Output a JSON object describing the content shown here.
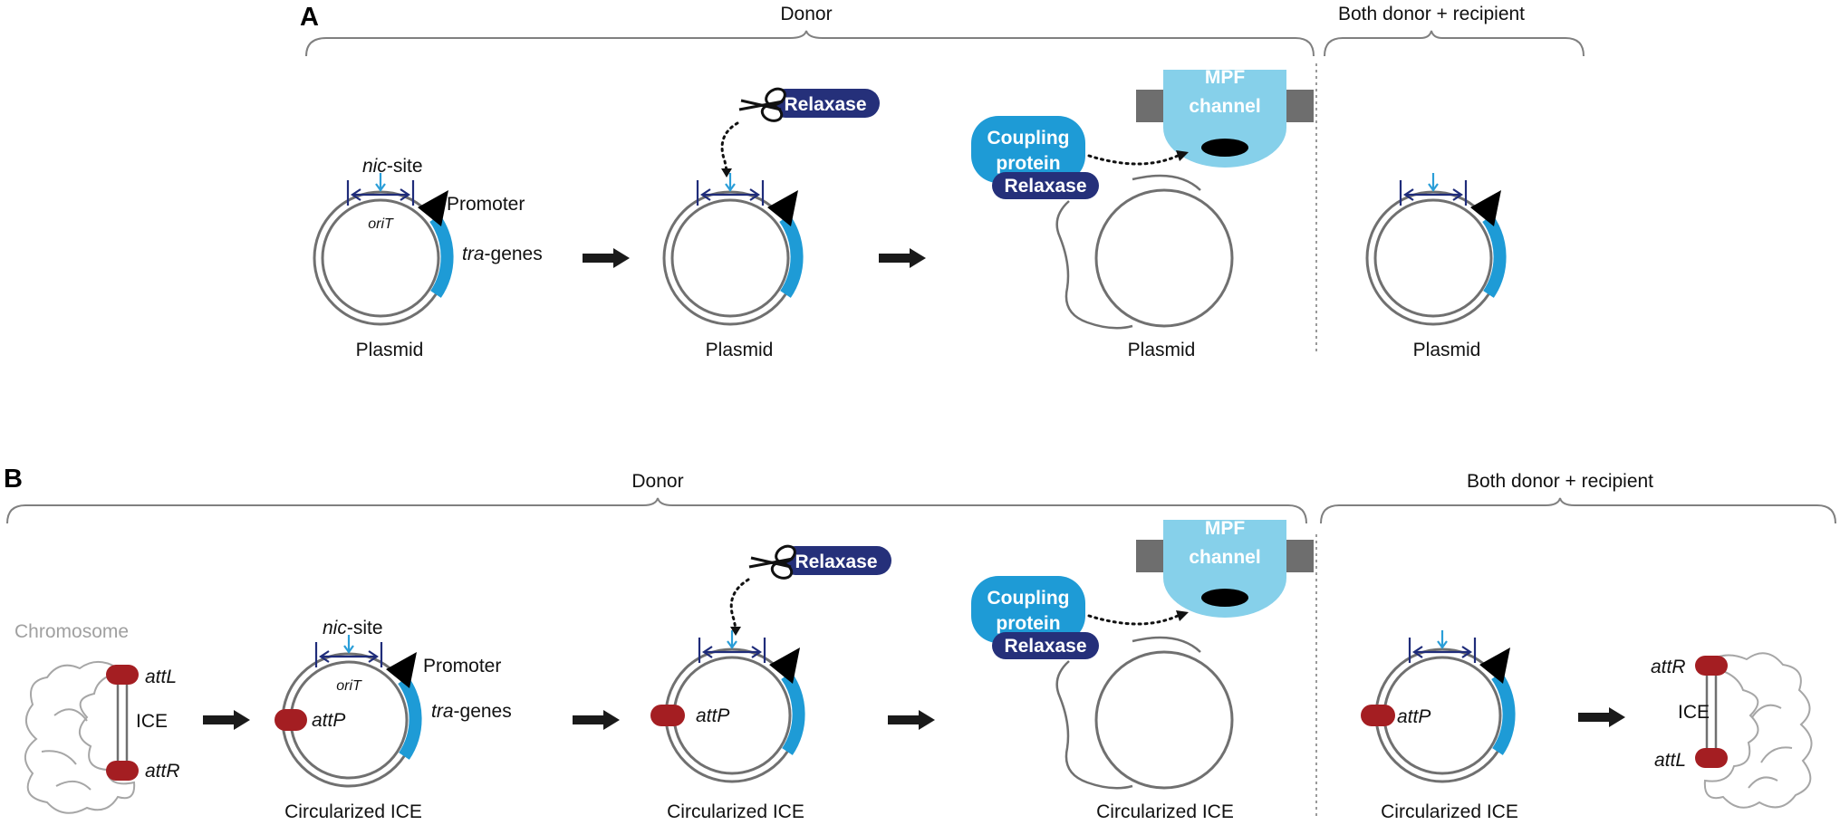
{
  "panels": {
    "a": {
      "letter": "A",
      "header_donor": "Donor",
      "header_both": "Both donor + recipient",
      "nic_site_prefix": "nic",
      "nic_site_suffix": "-site",
      "orit": "oriT",
      "promoter": "Promoter",
      "tra_prefix": "tra",
      "tra_suffix": "-genes",
      "relaxase": "Relaxase",
      "coupling_line1": "Coupling",
      "coupling_line2": "protein",
      "mpf_line1": "MPF",
      "mpf_line2": "channel",
      "captions": [
        "Plasmid",
        "Plasmid",
        "Plasmid",
        "Plasmid"
      ]
    },
    "b": {
      "letter": "B",
      "header_donor": "Donor",
      "header_both": "Both donor + recipient",
      "chromosome": "Chromosome",
      "att_l": "attL",
      "att_r": "attR",
      "att_p": "attP",
      "ice": "ICE",
      "nic_site_prefix": "nic",
      "nic_site_suffix": "-site",
      "orit": "oriT",
      "promoter": "Promoter",
      "tra_prefix": "tra",
      "tra_suffix": "-genes",
      "relaxase": "Relaxase",
      "coupling_line1": "Coupling",
      "coupling_line2": "protein",
      "mpf_line1": "MPF",
      "mpf_line2": "channel",
      "captions": [
        "Circularized ICE",
        "Circularized ICE",
        "Circularized ICE",
        "Circularized ICE"
      ]
    }
  },
  "colors": {
    "relaxase": "#25307a",
    "coupling_protein": "#1e9bd6",
    "mpf_channel": "#86d0ea",
    "tra_genes": "#1e9bd6",
    "att_sites": "#a41e22",
    "membrane": "#6e6e6e"
  }
}
